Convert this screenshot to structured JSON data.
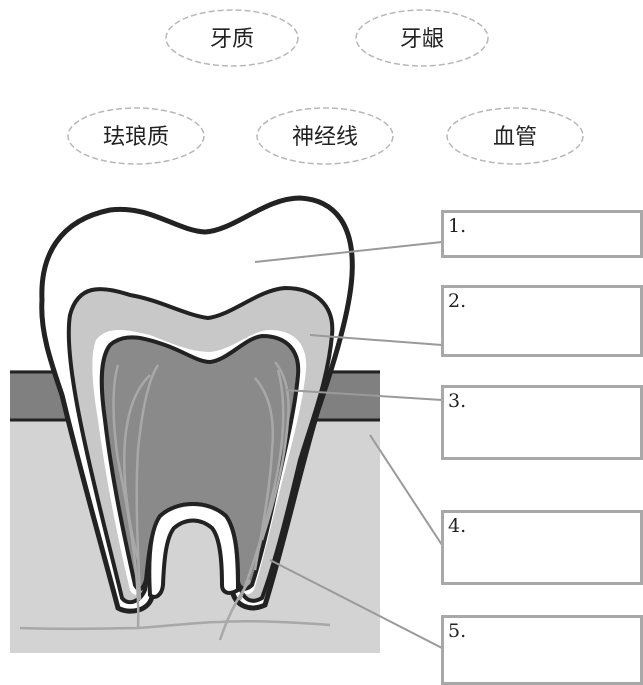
{
  "word_bank": [
    {
      "text": "牙质"
    },
    {
      "text": "牙龈"
    },
    {
      "text": "珐琅质"
    },
    {
      "text": "神经线"
    },
    {
      "text": "血管"
    }
  ],
  "label_boxes": [
    {
      "number": "1."
    },
    {
      "number": "2."
    },
    {
      "number": "3."
    },
    {
      "number": "4."
    },
    {
      "number": "5."
    }
  ]
}
